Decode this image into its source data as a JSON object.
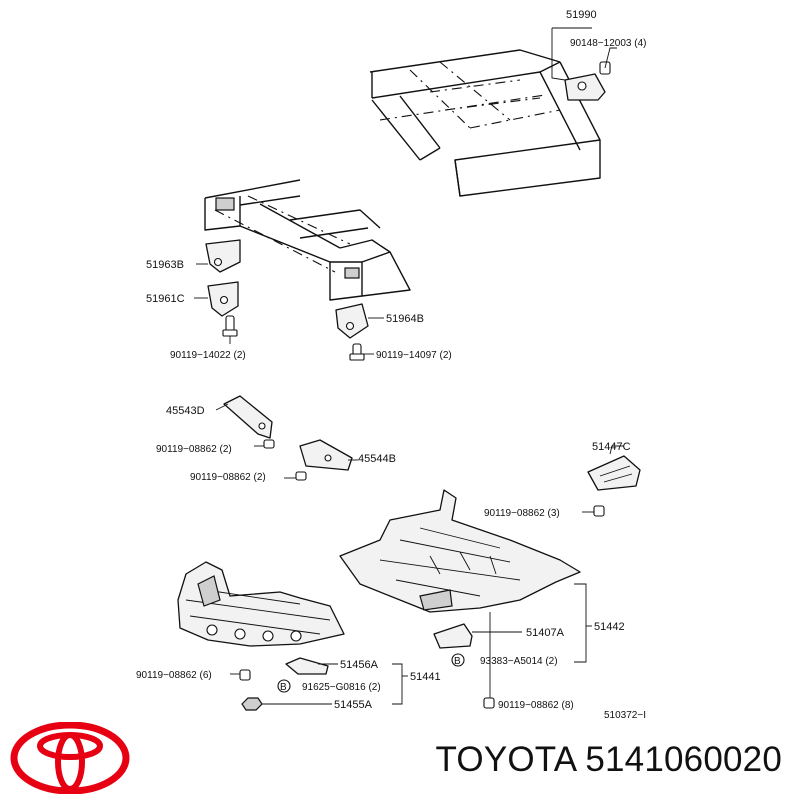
{
  "brand": {
    "name": "TOYOTA",
    "part_number": "5141060020",
    "logo_color": "#e60012"
  },
  "callouts": {
    "p51990": "51990",
    "p90148_12003": "90148−12003 (4)",
    "p51963B": "51963B",
    "p51961C": "51961C",
    "p90119_14022": "90119−14022 (2)",
    "p51964B": "51964B",
    "p90119_14097": "90119−14097 (2)",
    "p45543D": "45543D",
    "p90119_08862_a": "90119−08862 (2)",
    "p45544B": "45544B",
    "p90119_08862_b": "90119−08862 (2)",
    "p51447C": "51447C",
    "p90119_08862_c": "90119−08862 (3)",
    "p51407A": "51407A",
    "p51442": "51442",
    "p93383_A5014": "93383−A5014 (2)",
    "p51456A": "51456A",
    "p51441": "51441",
    "p90119_08862_d": "90119−08862 (6)",
    "p91625_G0816": "91625−G0816 (2)",
    "p51455A": "51455A",
    "p90119_08862_e": "90119−08862 (8)",
    "ref_510372": "510372−I",
    "marker_b1": "B",
    "marker_b2": "B"
  }
}
